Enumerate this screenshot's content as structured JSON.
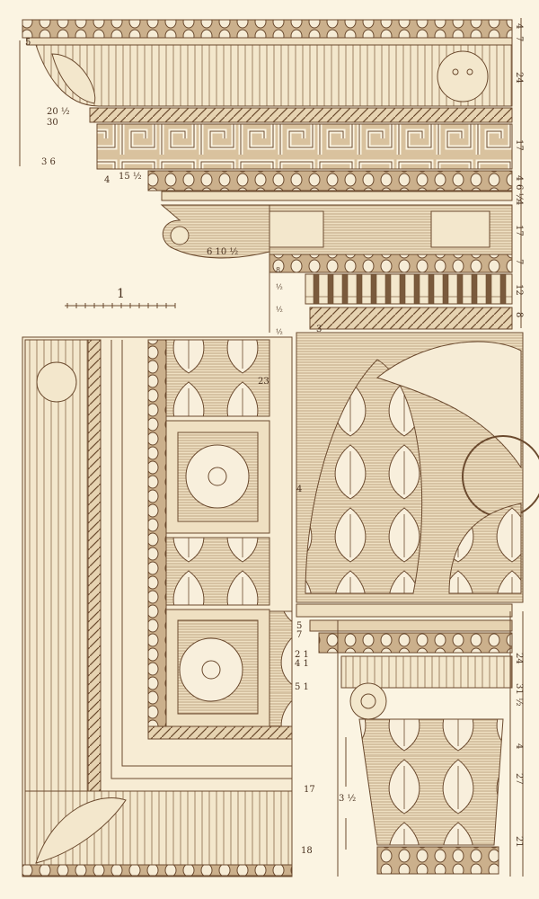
{
  "artwork": {
    "colors": {
      "paper": "#fbf4e2",
      "ink": "#6b4a2e",
      "shade": "#b89a78"
    },
    "left_labels": {
      "top": "5",
      "a": "20 ½",
      "b": "30",
      "c": "3 6",
      "d": "4",
      "e": "15 ½",
      "f": "6 10 ½",
      "scale": "1"
    },
    "right_column": [
      "4",
      "7",
      "24",
      "17",
      "4",
      "6 ½",
      "4",
      "17",
      "7",
      "12",
      "8",
      "24",
      "31 ½",
      "4",
      "27",
      "21"
    ],
    "inner_labels": {
      "coffer": "23",
      "frieze": "4",
      "l1": "5",
      "l2": "7",
      "l3": "2 1",
      "l4": "4 1",
      "l5": "5 1",
      "l6": "17",
      "l7": "3 ½",
      "l8": "18",
      "v1": "8",
      "v2": "½",
      "v3": "½",
      "v4": "½",
      "v5": "3"
    }
  }
}
